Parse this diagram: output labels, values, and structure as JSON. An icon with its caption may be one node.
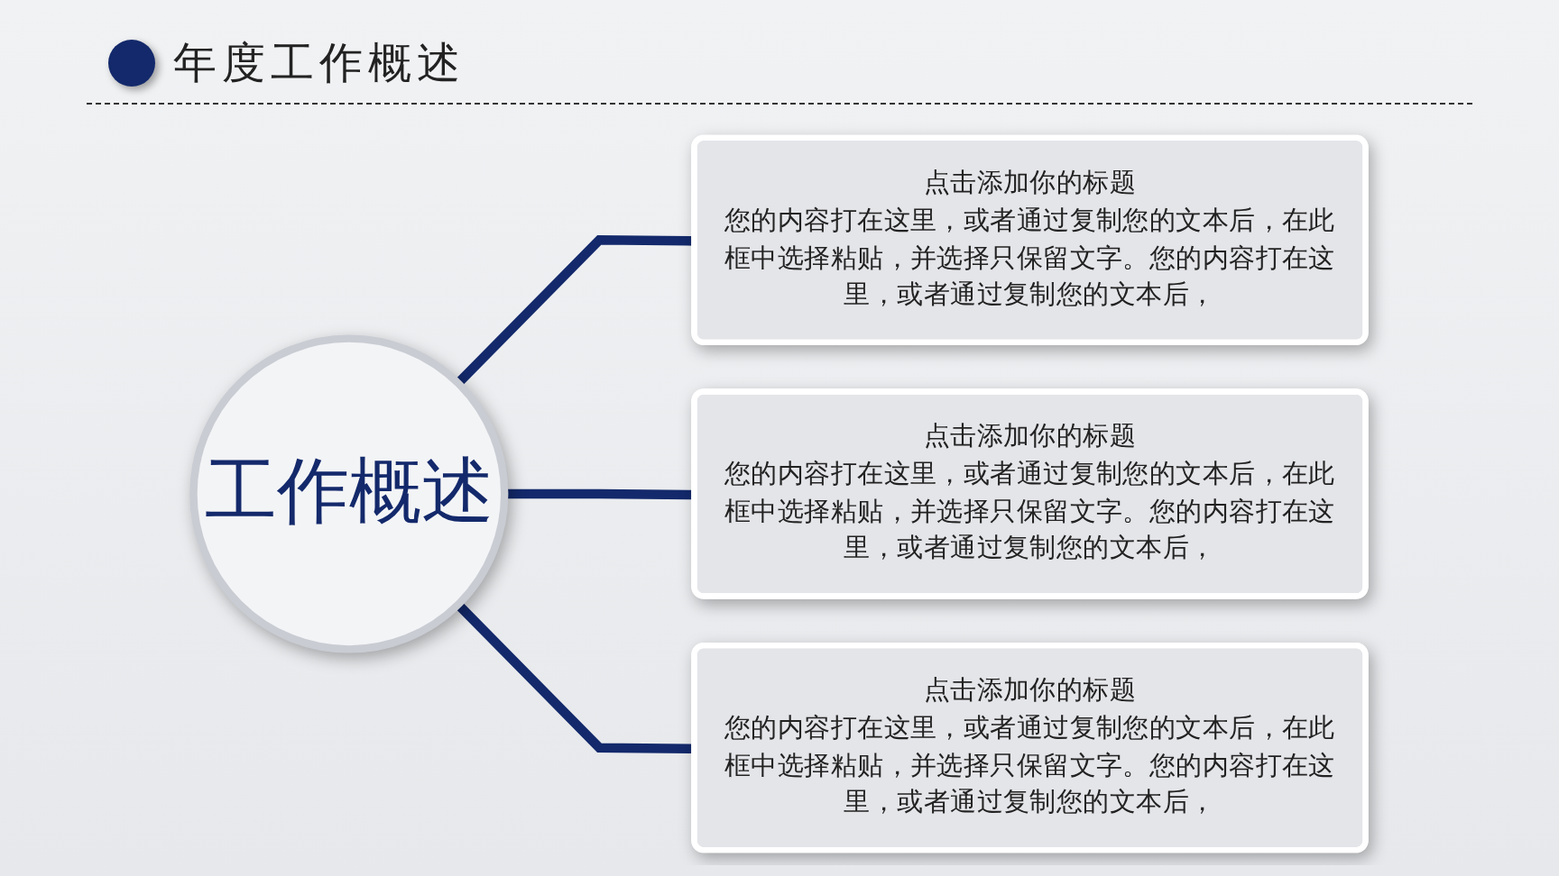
{
  "diagram": {
    "title": "年度工作概述",
    "nodes": [
      {
        "text": [
          "工作概述"
        ]
      },
      {
        "text": [
          "点击添加你的标题",
          "您的内容打在这里，或者通过复制您的文本后，在此框中选择粘贴，并选择只保留文字。您的内容打在这里，或者通过复制您的文本后，"
        ]
      },
      {
        "text": [
          "点击添加你的标题",
          "您的内容打在这里，或者通过复制您的文本后，在此框中选择粘贴，并选择只保留文字。您的内容打在这里，或者通过复制您的文本后，"
        ]
      },
      {
        "text": [
          "点击添加你的标题",
          "您的内容打在这里，或者通过复制您的文本后，在此框中选择粘贴，并选择只保留文字。您的内容打在这里，或者通过复制您的文本后，"
        ]
      }
    ],
    "edges": [
      {
        "from": 0,
        "to": 1,
        "arrow": "none"
      },
      {
        "from": 0,
        "to": 2,
        "arrow": "none"
      },
      {
        "from": 0,
        "to": 3,
        "arrow": "none"
      }
    ]
  }
}
